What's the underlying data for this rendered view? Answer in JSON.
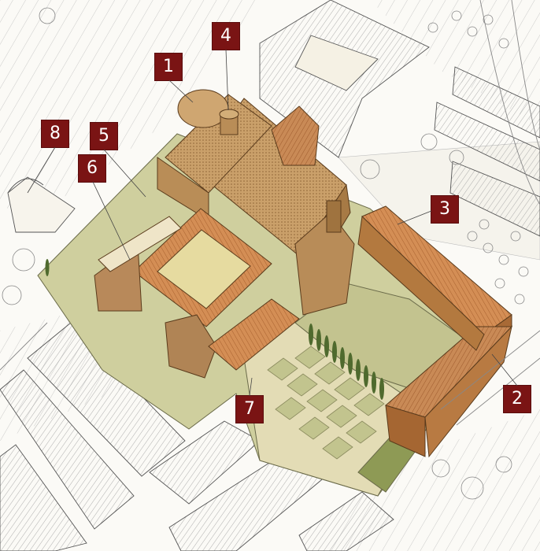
{
  "markers": [
    {
      "label": "1"
    },
    {
      "label": "2"
    },
    {
      "label": "3"
    },
    {
      "label": "4"
    },
    {
      "label": "5"
    },
    {
      "label": "6"
    },
    {
      "label": "7"
    },
    {
      "label": "8"
    }
  ],
  "colors": {
    "marker_fill": "#7a1414",
    "marker_text": "#ffffff",
    "paper": "#fbfaf6",
    "ink": "#5a5a5a",
    "roof_tile": "#d28a52",
    "stone": "#c79a63",
    "lawn": "#c9c99a",
    "courtyard": "#e8dca6"
  },
  "icons": {
    "marker": "numbered-square-marker",
    "tree": "cypress-tree-icon"
  }
}
